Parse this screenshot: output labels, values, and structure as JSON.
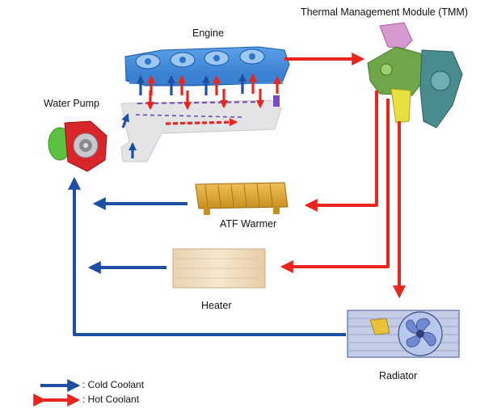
{
  "labels": {
    "engine": "Engine",
    "tmm": "Thermal Management Module (TMM)",
    "water_pump": "Water Pump",
    "atf_warmer": "ATF Warmer",
    "heater": "Heater",
    "radiator": "Radiator"
  },
  "legend": {
    "cold": ": Cold Coolant",
    "hot": ": Hot Coolant"
  },
  "colors": {
    "cold": "#1f4fa3",
    "hot": "#e8261e"
  }
}
